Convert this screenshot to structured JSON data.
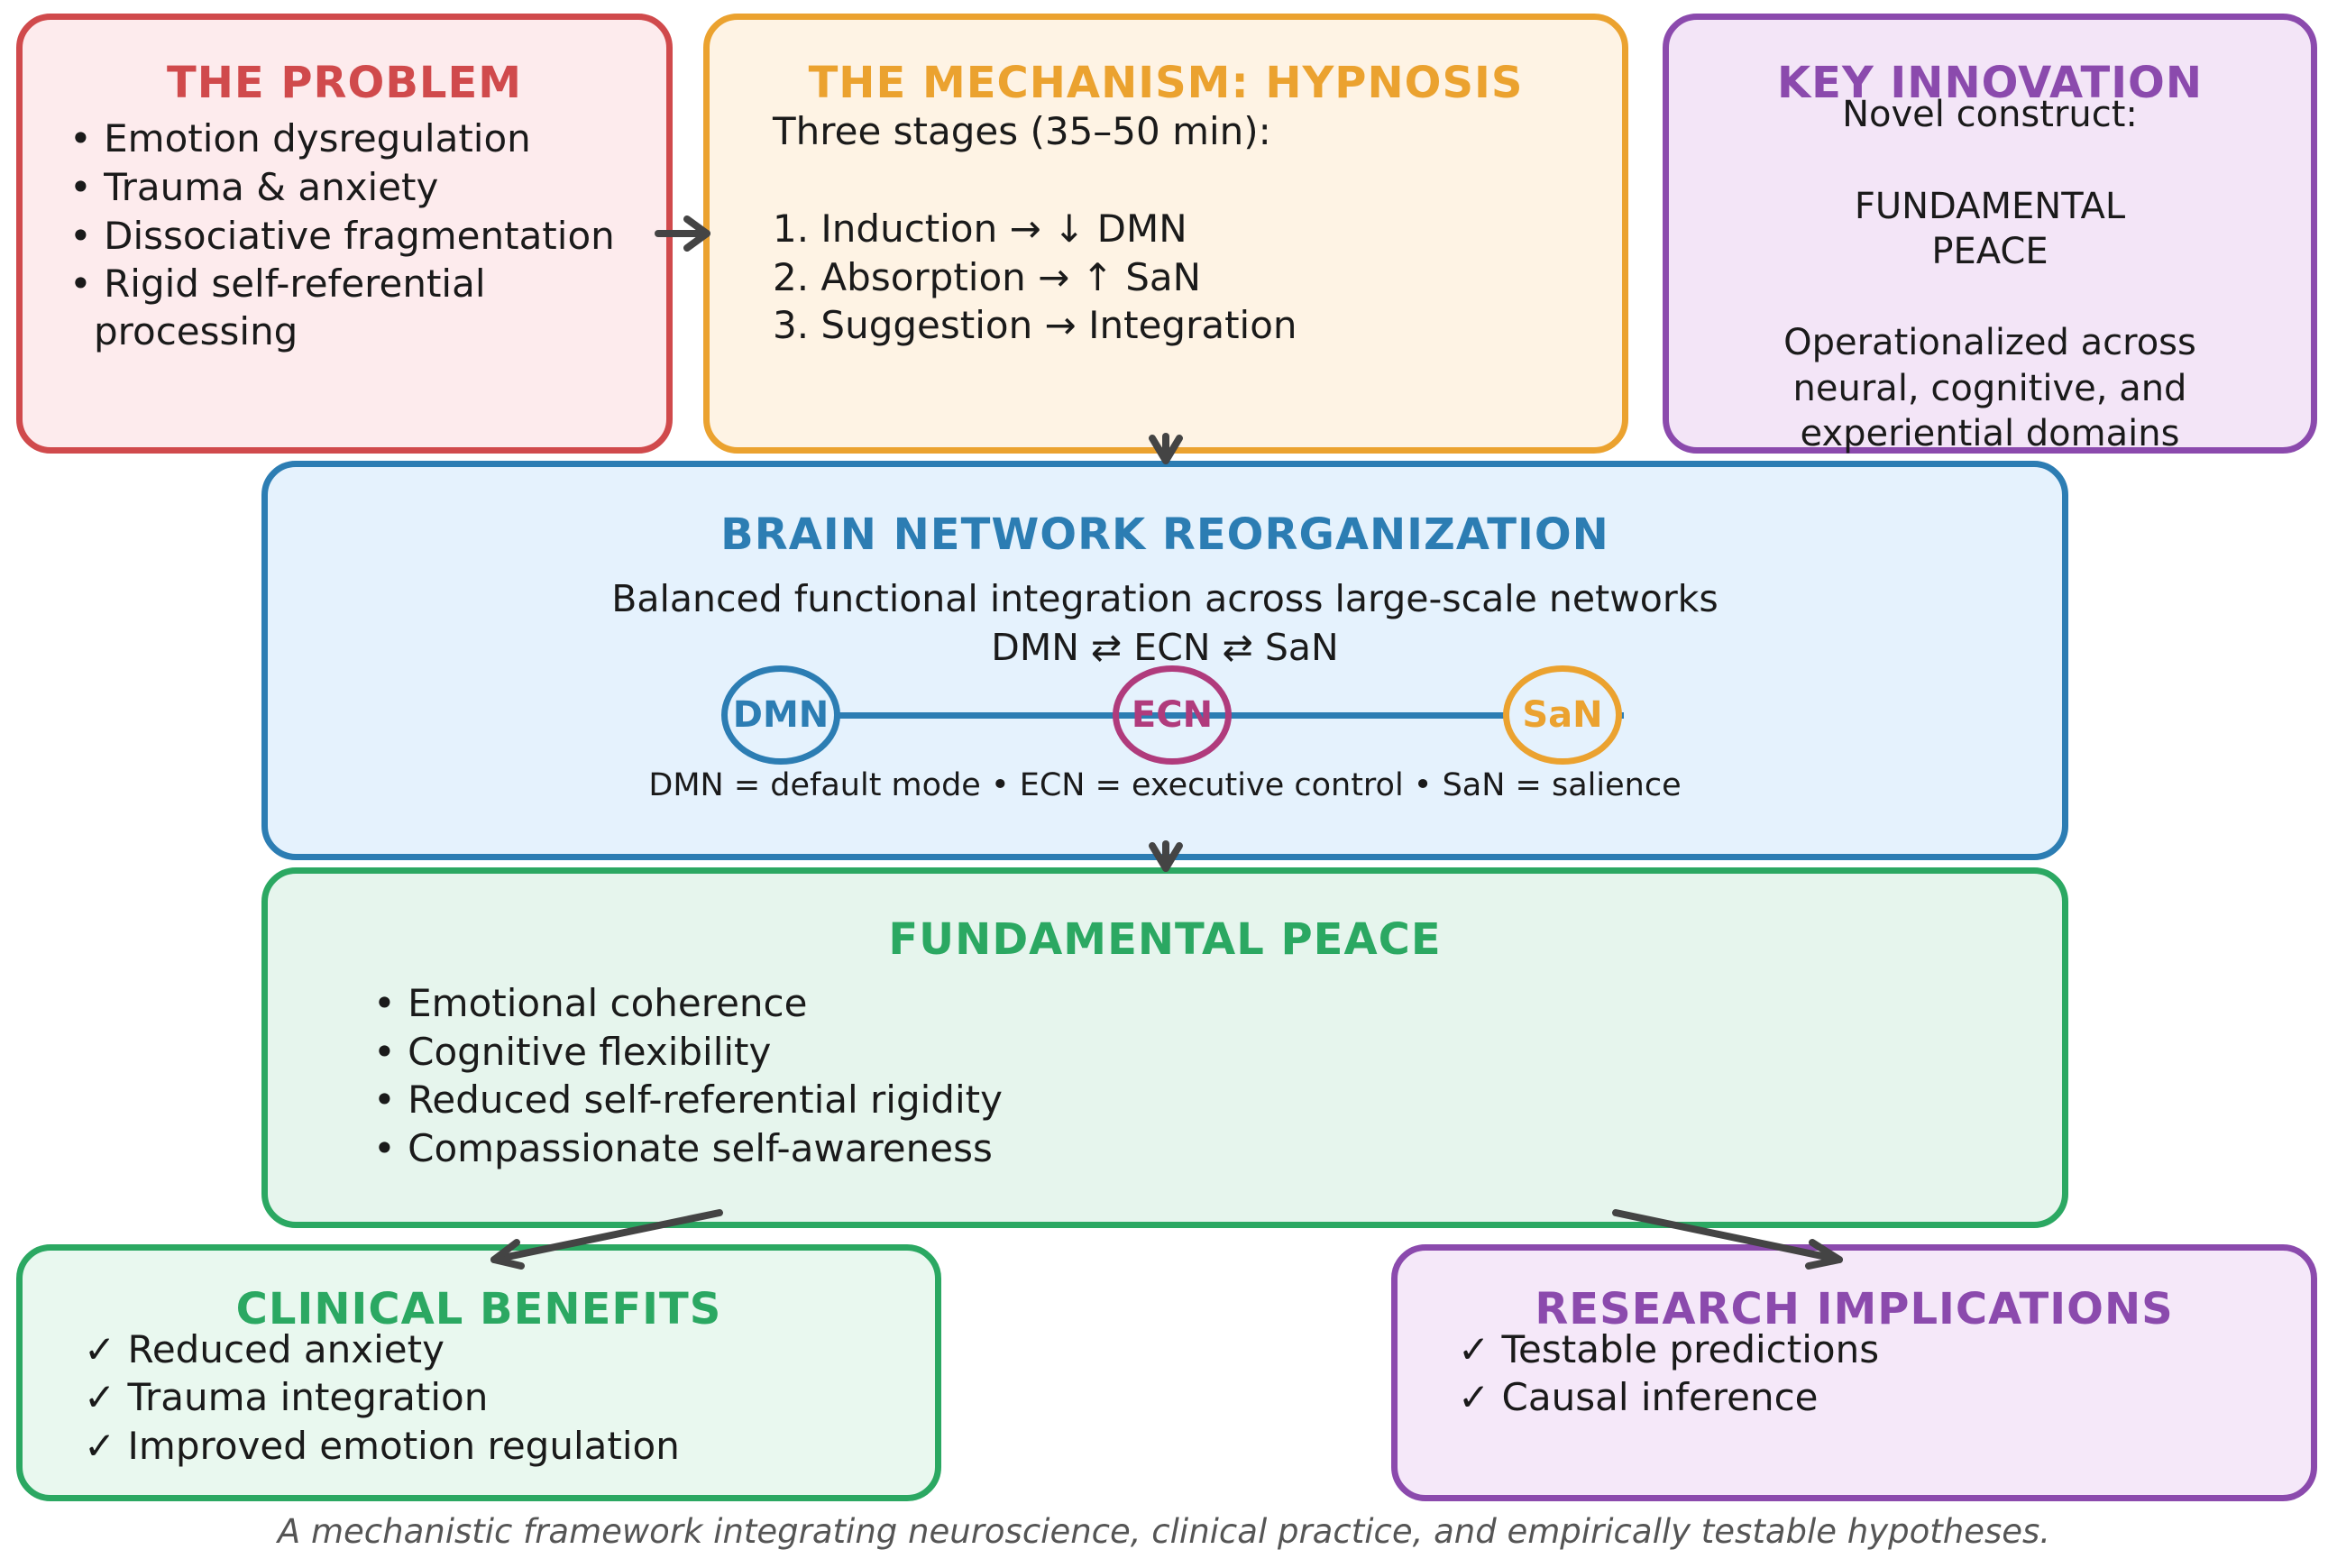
{
  "problem": {
    "title": "THE PROBLEM",
    "items": [
      "• Emotion dysregulation",
      "• Trauma & anxiety",
      "• Dissociative fragmentation",
      "• Rigid self-referential",
      "processing"
    ]
  },
  "mechanism": {
    "title": "THE MECHANISM: HYPNOSIS",
    "intro": "Three stages (35–50 min):",
    "stages": [
      "1. Induction  →  ↓ DMN",
      "2. Absorption →  ↑ SaN",
      "3. Suggestion →  Integration"
    ]
  },
  "innovation": {
    "title": "KEY INNOVATION",
    "lines": [
      "Novel construct:",
      "FUNDAMENTAL",
      "PEACE",
      "Operationalized across",
      "neural, cognitive, and",
      "experiential domains"
    ]
  },
  "brain": {
    "title": "BRAIN NETWORK REORGANIZATION",
    "subtitle": "Balanced functional integration across large-scale networks",
    "networks_line": "DMN  ⇄  ECN  ⇄  SaN",
    "nodes": [
      {
        "label": "DMN",
        "color": "#2c7db3"
      },
      {
        "label": "ECN",
        "color": "#b03b7c"
      },
      {
        "label": "SaN",
        "color": "#eba22f"
      }
    ],
    "legend": "DMN = default mode • ECN = executive control • SaN = salience"
  },
  "peace": {
    "title": "FUNDAMENTAL PEACE",
    "items": [
      "• Emotional coherence",
      "• Cognitive flexibility",
      "• Reduced self-referential rigidity",
      "• Compassionate self-awareness"
    ]
  },
  "clinical": {
    "title": "CLINICAL BENEFITS",
    "items": [
      "✓ Reduced anxiety",
      "✓ Trauma integration",
      "✓ Improved emotion regulation"
    ]
  },
  "research": {
    "title": "RESEARCH IMPLICATIONS",
    "items": [
      "✓ Testable predictions",
      "✓ Causal inference"
    ]
  },
  "caption": "A mechanistic framework integrating neuroscience, clinical practice, and empirically testable hypotheses.",
  "colors": {
    "red": "#d04a4c",
    "orange": "#eba22f",
    "purple": "#8b4aad",
    "blue": "#2c7db3",
    "green": "#2ba862",
    "magenta": "#b03b7c",
    "arrow": "#444444"
  }
}
